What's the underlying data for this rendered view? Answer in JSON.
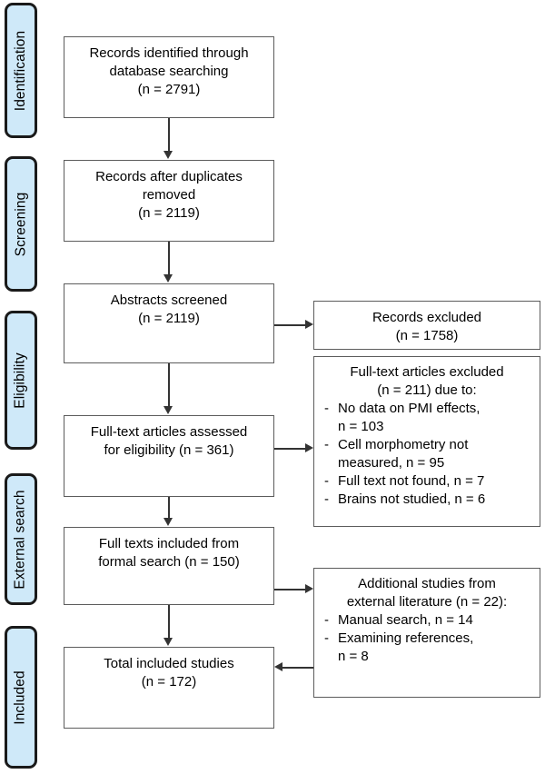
{
  "diagram": {
    "type": "prisma-flow-diagram",
    "colors": {
      "stage_tab_fill": "#cfe9f9",
      "stage_tab_border": "#1a1a1a",
      "box_border": "#5c5c5c",
      "connector": "#333333",
      "background": "#ffffff",
      "text": "#000000"
    },
    "stages": [
      {
        "label": "Identification"
      },
      {
        "label": "Screening"
      },
      {
        "label": "Eligibility"
      },
      {
        "label": "External search"
      },
      {
        "label": "Included"
      }
    ],
    "boxes": {
      "identified": {
        "lines": [
          "Records identified through",
          "database searching",
          "(n = 2791)"
        ]
      },
      "after_duplicates": {
        "lines": [
          "Records after duplicates",
          "removed",
          "(n = 2119)"
        ]
      },
      "abstracts_screened": {
        "lines": [
          "Abstracts screened",
          "(n = 2119)"
        ]
      },
      "records_excluded": {
        "lines": [
          "Records excluded",
          "(n = 1758)"
        ]
      },
      "fulltext_assessed": {
        "lines": [
          "Full-text articles assessed",
          "for eligibility (n = 361)"
        ]
      },
      "fulltext_excluded": {
        "head": [
          "Full-text articles excluded",
          "(n = 211) due to:"
        ],
        "dash": "-",
        "items": [
          [
            "No data on PMI effects,",
            "n = 103"
          ],
          [
            "Cell morphometry not",
            "measured, n = 95"
          ],
          [
            "Full text not found, n = 7"
          ],
          [
            "Brains not studied, n = 6"
          ]
        ]
      },
      "included_formal": {
        "lines": [
          "Full texts included from",
          "formal search (n = 150)"
        ]
      },
      "additional_studies": {
        "head": [
          "Additional studies from",
          "external literature (n = 22):"
        ],
        "dash": "-",
        "items": [
          [
            "Manual search, n = 14"
          ],
          [
            "Examining references,",
            "n = 8"
          ]
        ]
      },
      "total_included": {
        "lines": [
          "Total included studies",
          "(n = 172)"
        ]
      }
    }
  }
}
